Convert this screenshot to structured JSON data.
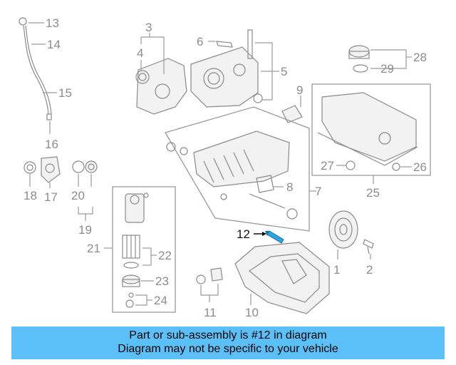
{
  "callouts": [
    "1",
    "2",
    "3",
    "4",
    "5",
    "6",
    "7",
    "8",
    "9",
    "10",
    "11",
    "12",
    "13",
    "14",
    "15",
    "16",
    "17",
    "18",
    "19",
    "20",
    "21",
    "22",
    "23",
    "24",
    "25",
    "26",
    "27",
    "28",
    "29"
  ],
  "highlight": "12",
  "banner": {
    "line1": "Part or sub-assembly is #12 in diagram",
    "line2": "Diagram may not be specific to your vehicle"
  },
  "colors": {
    "banner_bg": "#5bc0f8",
    "highlight_part": "#2aa7e0",
    "line_art": "#8a8a8a"
  }
}
